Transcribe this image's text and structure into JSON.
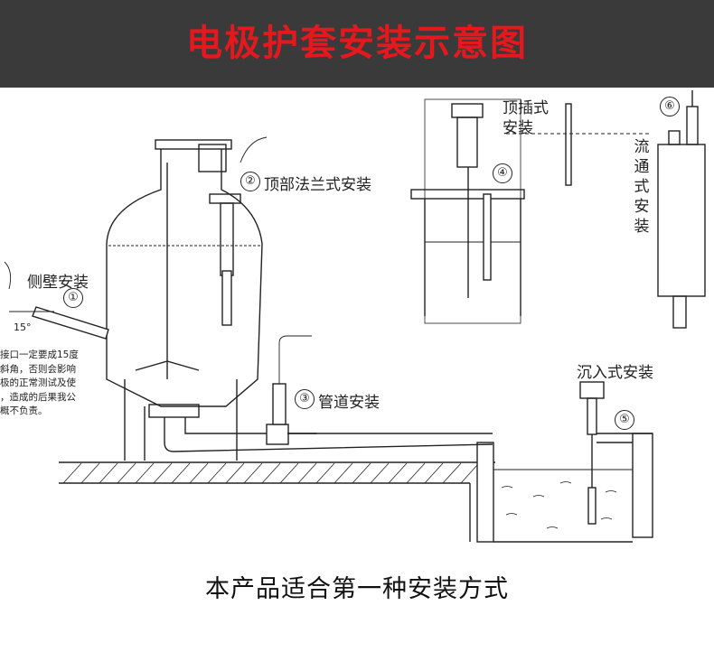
{
  "header": {
    "title": "电极护套安装示意图",
    "title_color": "#e5181e",
    "background": "#3a3a3a"
  },
  "labels": {
    "side_wall": "侧壁安装",
    "top_flange": "顶部法兰式安装",
    "pipeline": "管道安装",
    "top_insert": "顶插式安装",
    "flow_through": "流通式安装",
    "immersion": "沉入式安装"
  },
  "markers": {
    "m1": "①",
    "m2": "②",
    "m3": "③",
    "m4": "④",
    "m5": "⑤",
    "m6": "⑥"
  },
  "angle": "15°",
  "note_lines": [
    "接口一定要成15度",
    "斜角，否则会影响",
    "极的正常测试及使",
    "，造成的后果我公",
    "概不负责。"
  ],
  "footer": {
    "text": "本产品适合第一种安装方式"
  },
  "icons": [
    "tank-icon",
    "electrode-icon",
    "pipe-icon",
    "water-pool-icon",
    "flow-cell-icon",
    "reactor-icon"
  ]
}
